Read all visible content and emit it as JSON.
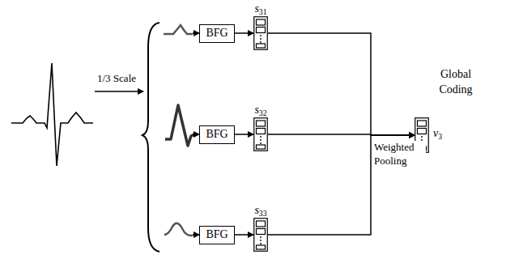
{
  "diagram": {
    "nodes": [
      {
        "text": [
          "BFG"
        ]
      },
      {
        "text": [
          "s31"
        ]
      },
      {
        "text": [
          "BFG"
        ]
      },
      {
        "text": [
          "s32"
        ]
      },
      {
        "text": [
          "BFG"
        ]
      },
      {
        "text": [
          "s33"
        ]
      },
      {
        "text": [
          "Global Coding",
          "v3"
        ]
      }
    ],
    "edges": [
      {
        "from": 0,
        "to": 1,
        "arrow": "to"
      },
      {
        "from": 2,
        "to": 3,
        "arrow": "to"
      },
      {
        "from": 4,
        "to": 5,
        "arrow": "to"
      },
      {
        "from": 1,
        "to": 6,
        "arrow": "to"
      },
      {
        "from": 3,
        "to": 6,
        "arrow": "to"
      },
      {
        "from": 5,
        "to": 6,
        "arrow": "to"
      }
    ],
    "labels": [
      "1/3 Scale",
      "Weighted Pooling"
    ]
  }
}
